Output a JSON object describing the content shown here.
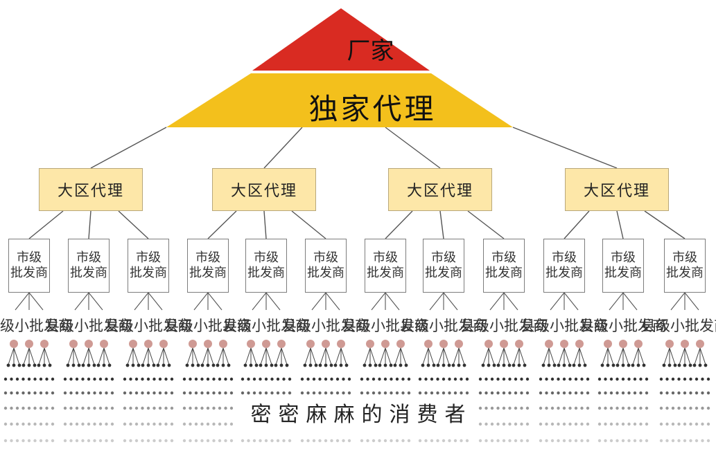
{
  "factory": {
    "label": "厂家",
    "color": "#d92b22"
  },
  "exclusive_agent": {
    "label": "独家代理",
    "color": "#f3c01c"
  },
  "regional_agents": [
    {
      "label": "大区代理"
    },
    {
      "label": "大区代理"
    },
    {
      "label": "大区代理"
    },
    {
      "label": "大区代理"
    }
  ],
  "city_wholesaler": {
    "line1": "市级",
    "line2": "批发商",
    "count": 12
  },
  "county_retail_label": "县级小批发商",
  "consumers_label": "密密麻麻的消费者",
  "colors": {
    "region_fill": "#fde7a8",
    "consumer_head": "#cf9a94",
    "dot": "#333333"
  }
}
